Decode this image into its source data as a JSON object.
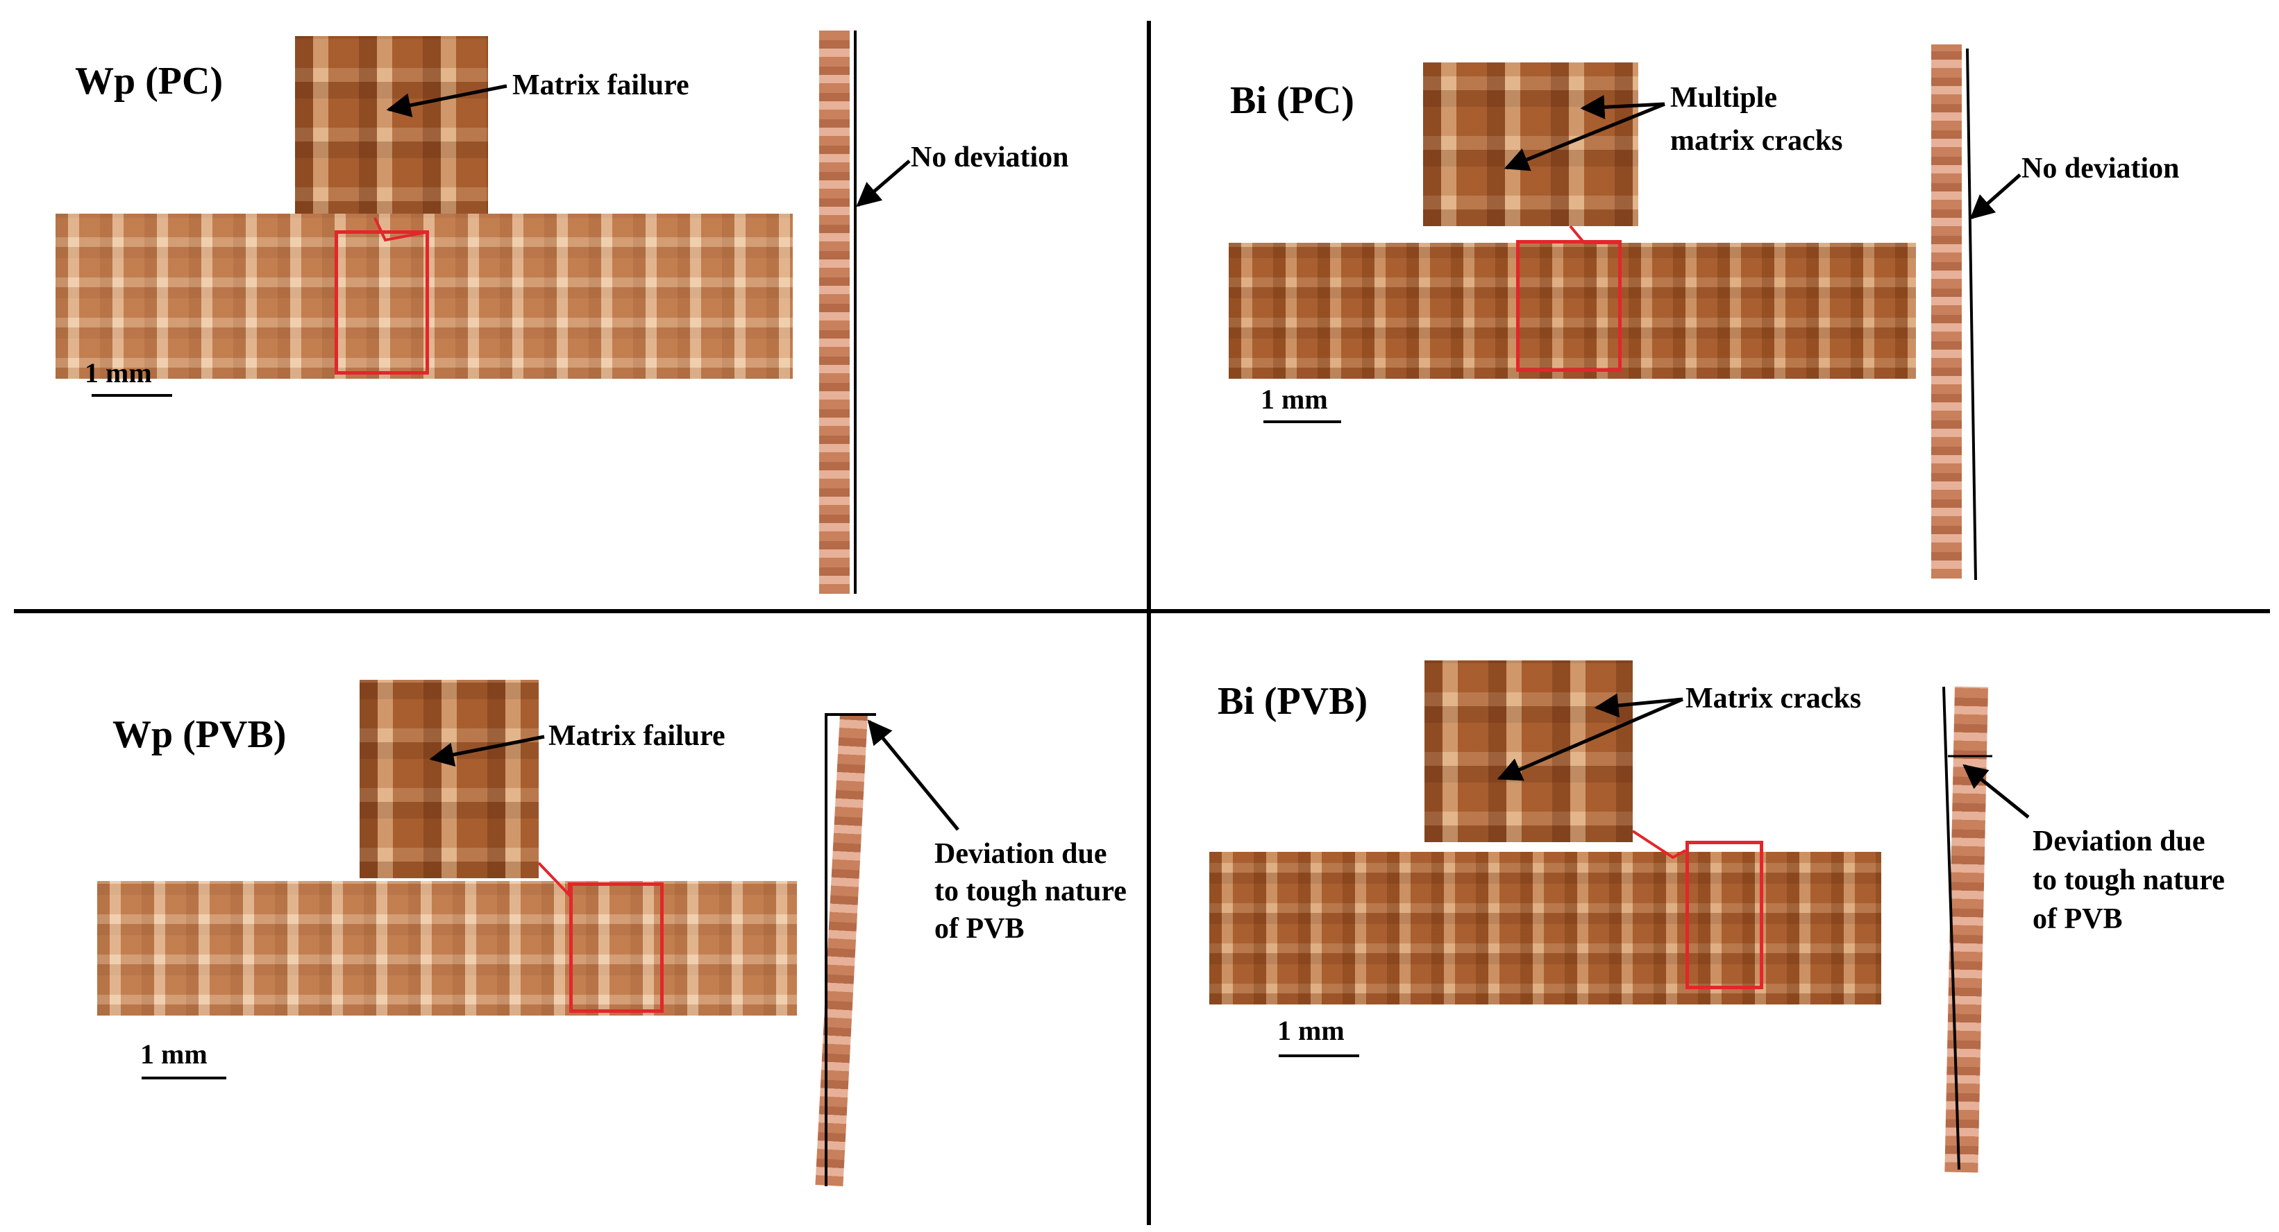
{
  "panels": {
    "wp_pc": {
      "title": "Wp (PC)",
      "zoom_annotation": "Matrix failure",
      "side_annotation": "No deviation",
      "scale_label": "1 mm"
    },
    "bi_pc": {
      "title": "Bi (PC)",
      "zoom_annotation_line1": "Multiple",
      "zoom_annotation_line2": "matrix cracks",
      "side_annotation": "No deviation",
      "scale_label": "1 mm"
    },
    "wp_pvb": {
      "title": "Wp (PVB)",
      "zoom_annotation": "Matrix failure",
      "side_annotation_line1": "Deviation due",
      "side_annotation_line2": "to tough nature",
      "side_annotation_line3": "of PVB",
      "scale_label": "1 mm"
    },
    "bi_pvb": {
      "title": "Bi (PVB)",
      "zoom_annotation": "Matrix cracks",
      "side_annotation_line1": "Deviation due",
      "side_annotation_line2": "to tough nature",
      "side_annotation_line3": "of PVB",
      "scale_label": "1 mm"
    }
  },
  "colors": {
    "highlight_box": "#e3262b",
    "specimen_tone": "#c98a5a",
    "divider": "#000000"
  }
}
